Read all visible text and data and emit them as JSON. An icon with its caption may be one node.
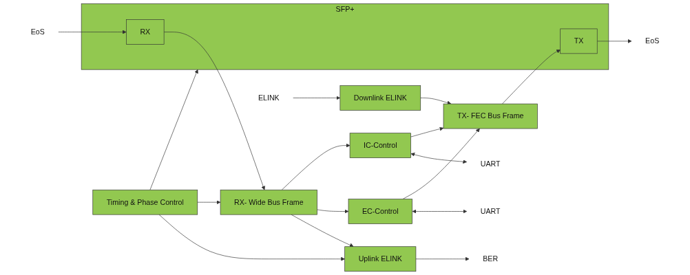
{
  "diagram": {
    "nodes": [
      {
        "text": [
          "SFP+"
        ]
      },
      {
        "text": [
          "TX"
        ],
        "in": 0
      },
      {
        "text": [
          "RX"
        ],
        "in": 0
      },
      {
        "text": [
          "TX- FEC Bus Frame"
        ]
      },
      {
        "text": [
          "RX- Wide Bus Frame"
        ]
      },
      {
        "text": [
          "Downlink ELINK"
        ]
      },
      {
        "text": [
          "IC-Control"
        ]
      },
      {
        "text": [
          "EC-Control"
        ]
      },
      {
        "text": [
          "Uplink ELINK"
        ]
      },
      {
        "text": [
          "Timing & Phase Control"
        ]
      },
      {
        "text": [
          "EoS"
        ]
      },
      {
        "text": [
          "EoS"
        ]
      },
      {
        "text": [
          "ELINK"
        ]
      },
      {
        "text": [
          "UART"
        ]
      },
      {
        "text": [
          "UART"
        ]
      },
      {
        "text": [
          "BER"
        ]
      }
    ],
    "edges": [
      {
        "from": 1,
        "to": 10,
        "arrow": "to"
      },
      {
        "from": 11,
        "to": 2,
        "arrow": "to"
      },
      {
        "from": 3,
        "to": 1,
        "arrow": "to"
      },
      {
        "from": 2,
        "to": 4,
        "arrow": "to"
      },
      {
        "from": 5,
        "to": 3,
        "arrow": "to"
      },
      {
        "from": 6,
        "to": 3,
        "arrow": "to"
      },
      {
        "from": 7,
        "to": 3,
        "arrow": "to"
      },
      {
        "from": 4,
        "to": 6,
        "arrow": "to"
      },
      {
        "from": 4,
        "to": 7,
        "arrow": "to"
      },
      {
        "from": 4,
        "to": 8,
        "arrow": "to"
      },
      {
        "from": 12,
        "to": 5,
        "arrow": "to"
      },
      {
        "from": 6,
        "to": 13,
        "arrow": "both"
      },
      {
        "from": 7,
        "to": 14,
        "arrow": "both"
      },
      {
        "from": 8,
        "to": 15,
        "arrow": "to"
      },
      {
        "from": 9,
        "to": 0,
        "arrow": "to"
      },
      {
        "from": 9,
        "to": 4,
        "arrow": "to"
      },
      {
        "from": 9,
        "to": 8,
        "arrow": "to"
      }
    ]
  }
}
